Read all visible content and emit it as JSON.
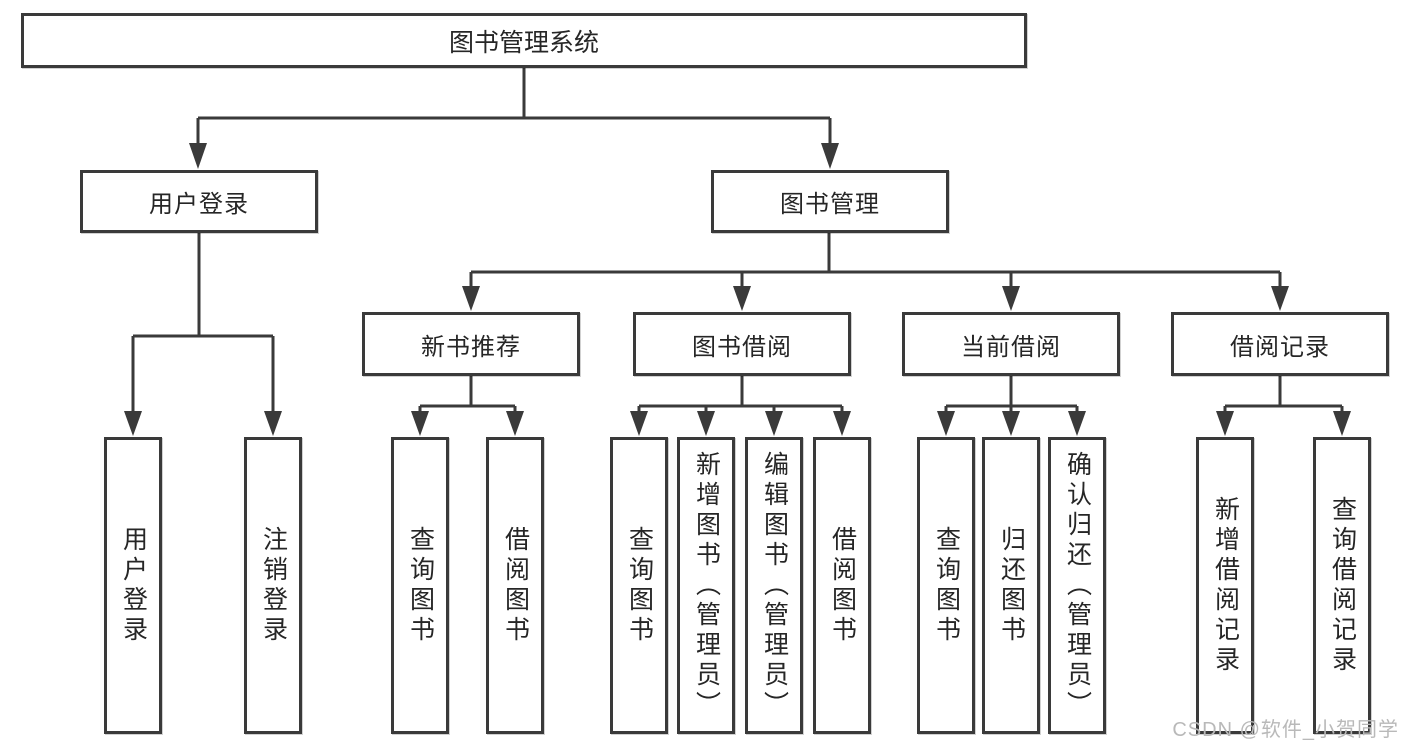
{
  "diagram": {
    "root": {
      "label": "图书管理系统"
    },
    "level2": [
      {
        "label": "用户登录",
        "children": [
          {
            "label": "用户登录"
          },
          {
            "label": "注销登录"
          }
        ]
      },
      {
        "label": "图书管理",
        "children": [
          {
            "label": "新书推荐",
            "children": [
              {
                "label": "查询图书"
              },
              {
                "label": "借阅图书"
              }
            ]
          },
          {
            "label": "图书借阅",
            "children": [
              {
                "label": "查询图书"
              },
              {
                "label": "新增图书（管理员）"
              },
              {
                "label": "编辑图书（管理员）"
              },
              {
                "label": "借阅图书"
              }
            ]
          },
          {
            "label": "当前借阅",
            "children": [
              {
                "label": "查询图书"
              },
              {
                "label": "归还图书"
              },
              {
                "label": "确认归还（管理员）"
              }
            ]
          },
          {
            "label": "借阅记录",
            "children": [
              {
                "label": "新增借阅记录"
              },
              {
                "label": "查询借阅记录"
              }
            ]
          }
        ]
      }
    ]
  },
  "watermark": {
    "text": "CSDN @软件_小贺同学"
  },
  "colors": {
    "line": "#3a3a3a",
    "box_border": "#3a3a3a",
    "text": "#262626",
    "watermark": "#b9b9b9",
    "background": "#ffffff"
  }
}
